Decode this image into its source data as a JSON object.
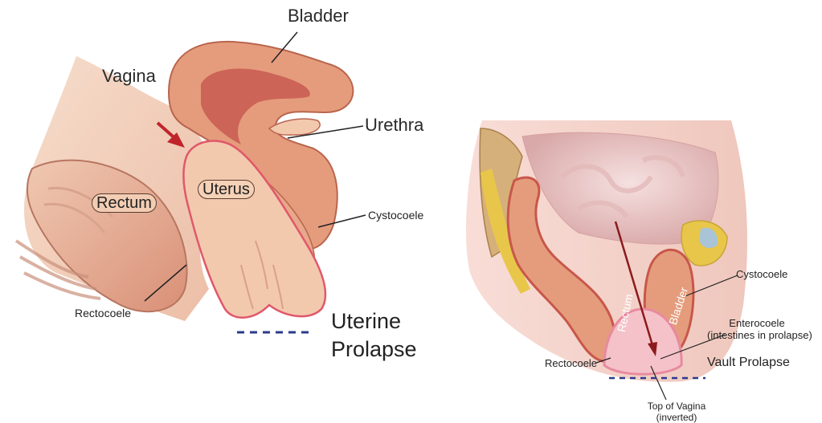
{
  "left_figure": {
    "labels": {
      "bladder": "Bladder",
      "vagina": "Vagina",
      "urethra": "Urethra",
      "rectum": "Rectum",
      "uterus": "Uterus",
      "cystocoele": "Cystocoele",
      "rectocoele": "Rectocoele"
    },
    "title_line1": "Uterine",
    "title_line2": "Prolapse"
  },
  "right_figure": {
    "labels": {
      "cystocoele": "Cystocoele",
      "enterocoele_line1": "Enterocoele",
      "enterocoele_line2": "(intestines in prolapse)",
      "rectocoele": "Rectocoele",
      "rectum": "Rectum",
      "bladder": "Bladder",
      "top_of_vagina_line1": "Top of Vagina",
      "top_of_vagina_line2": "(inverted)"
    },
    "title": "Vault Prolapse"
  },
  "colors": {
    "tissue_light": "#f3c9ae",
    "tissue_mid": "#e59c7c",
    "tissue_dark": "#c8574a",
    "arrow_red": "#c0242b",
    "dashed_blue": "#2a3a8c",
    "fat_yellow": "#e8c64a"
  }
}
